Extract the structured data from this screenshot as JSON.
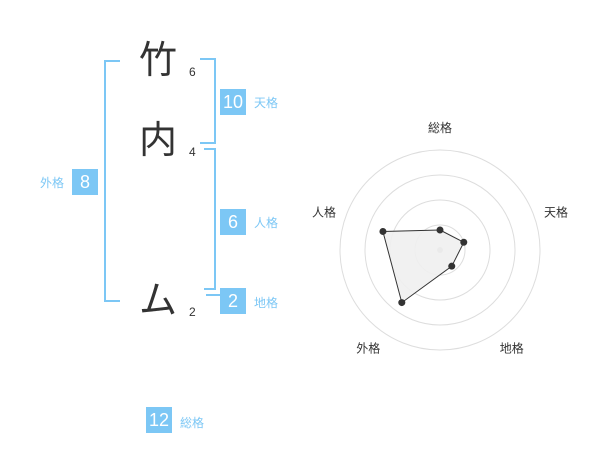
{
  "name": {
    "characters": [
      {
        "char": "竹",
        "strokes": "6"
      },
      {
        "char": "内",
        "strokes": "4"
      },
      {
        "char": "ム",
        "strokes": "2"
      }
    ]
  },
  "scores": {
    "tenkaku": {
      "value": "10",
      "label": "天格"
    },
    "jinkaku": {
      "value": "6",
      "label": "人格"
    },
    "chikaku": {
      "value": "2",
      "label": "地格"
    },
    "gaikaku": {
      "value": "8",
      "label": "外格"
    },
    "soukaku": {
      "value": "12",
      "label": "総格"
    }
  },
  "chart_data": {
    "type": "radar",
    "axes": [
      "総格",
      "天格",
      "地格",
      "外格",
      "人格"
    ],
    "values": [
      0.2,
      0.25,
      0.2,
      0.65,
      0.6
    ],
    "rings": 4,
    "colors": {
      "fill": "#f0f0f0",
      "line": "#333333",
      "grid": "#dddddd",
      "accent": "#7cc7f5"
    }
  }
}
